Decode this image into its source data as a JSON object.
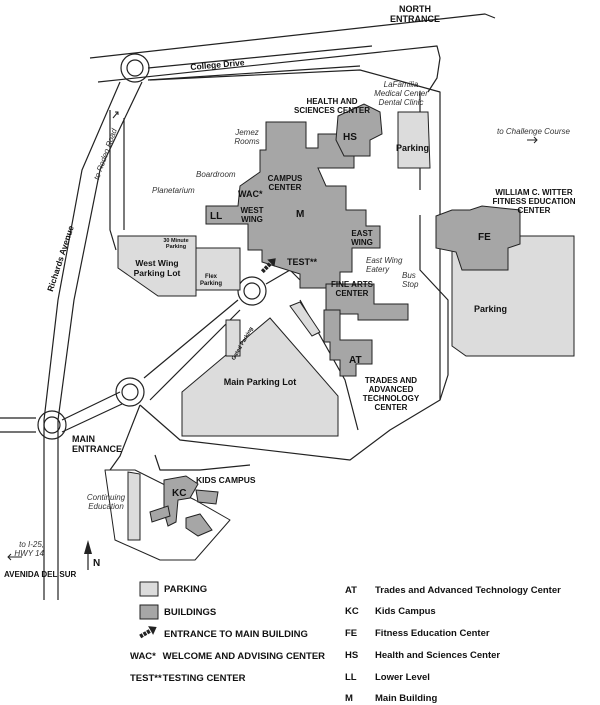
{
  "entrances": {
    "north": "NORTH\nENTRANCE",
    "main": "MAIN\nENTRANCE"
  },
  "roads": {
    "college": "College Drive",
    "richards": "Richards Avenue",
    "rodeo": "to Rodeo Road",
    "avenida": "AVENIDA DEL SUR",
    "i25": "to I-25,\nHWY 14",
    "challenge": "to Challenge Course"
  },
  "buildings": {
    "hsc": "HEALTH AND\nSCIENCES CENTER",
    "lafamilia": "LaFamilia\nMedical Center\nDental Clinic",
    "hs": "HS",
    "m": "M",
    "ll": "LL",
    "wac": "WAC*",
    "test": "TEST**",
    "at": "AT",
    "fe": "FE",
    "kc": "KC",
    "campus_center": "CAMPUS\nCENTER",
    "west_wing": "WEST\nWING",
    "east_wing": "EAST\nWING",
    "fine_arts": "FINE ARTS\nCENTER",
    "tatc": "TRADES AND\nADVANCED\nTECHNOLOGY\nCENTER",
    "witter": "WILLIAM C. WITTER\nFITNESS EDUCATION\nCENTER",
    "kids": "KIDS CAMPUS",
    "jemez": "Jemez\nRooms",
    "boardroom": "Boardroom",
    "planetarium": "Planetarium",
    "eatery": "East Wing\nEatery",
    "bus": "Bus\nStop",
    "continuing": "Continuing\nEducation"
  },
  "lots": {
    "ww": "West Wing\nParking Lot",
    "main": "Main Parking Lot",
    "flex": "Flex\nParking",
    "min30": "30 Minute\nParking",
    "parking": "Parking",
    "gated": "Gated Parking"
  },
  "compass": "N",
  "legend": {
    "parking": "PARKING",
    "buildings": "BUILDINGS",
    "entrance": "ENTRANCE TO MAIN BUILDING",
    "wac_abbr": "WAC*",
    "wac": "WELCOME AND ADVISING CENTER",
    "test_abbr": "TEST**",
    "test": "TESTING CENTER",
    "defs": [
      {
        "abbr": "AT",
        "text": "Trades and Advanced Technology Center"
      },
      {
        "abbr": "KC",
        "text": "Kids Campus"
      },
      {
        "abbr": "FE",
        "text": "Fitness Education Center"
      },
      {
        "abbr": "HS",
        "text": "Health and Sciences Center"
      },
      {
        "abbr": "LL",
        "text": "Lower Level"
      },
      {
        "abbr": "M",
        "text": "Main Building"
      }
    ]
  },
  "colors": {
    "building": "#a6a6a6",
    "parking": "#dcdcdc",
    "outline": "#222222"
  }
}
